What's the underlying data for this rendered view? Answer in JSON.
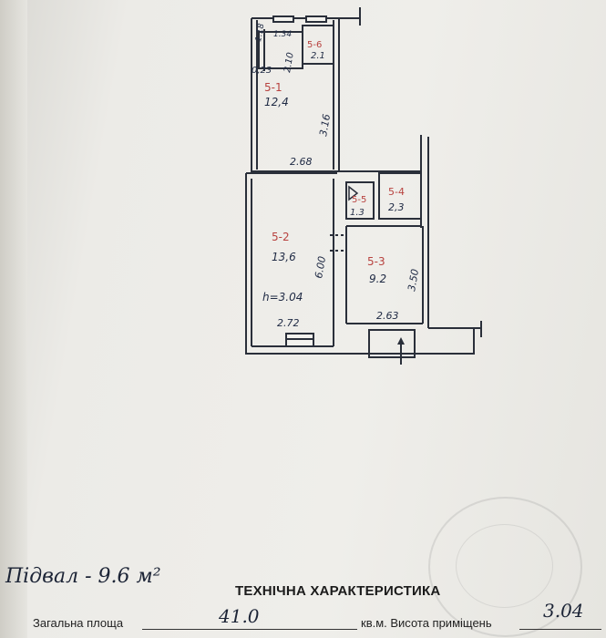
{
  "plan": {
    "rooms": [
      {
        "id": "5-1",
        "area": "12,4"
      },
      {
        "id": "5-2",
        "area": "13,6"
      },
      {
        "id": "5-3",
        "area": "9.2"
      },
      {
        "id": "5-4",
        "area": "2,3"
      },
      {
        "id": "5-5",
        "area": "1.3"
      },
      {
        "id": "5-6",
        "area": "2.1"
      }
    ],
    "dimensions": [
      "1.18",
      "1.34",
      "0,23",
      "2.10",
      "3.16",
      "2.68",
      "6.00",
      "h=3.04",
      "2.72",
      "3.50",
      "2.63"
    ]
  },
  "handwritten_note": "Підвал - 9.6 м²",
  "section_title": "ТЕХНІЧНА ХАРАКТЕРИСТИКА",
  "fields": {
    "total_area_label": "Загальна площа",
    "total_area_value": "41.0",
    "unit_label": "кв.м. Висота приміщень",
    "height_value": "3.04"
  }
}
